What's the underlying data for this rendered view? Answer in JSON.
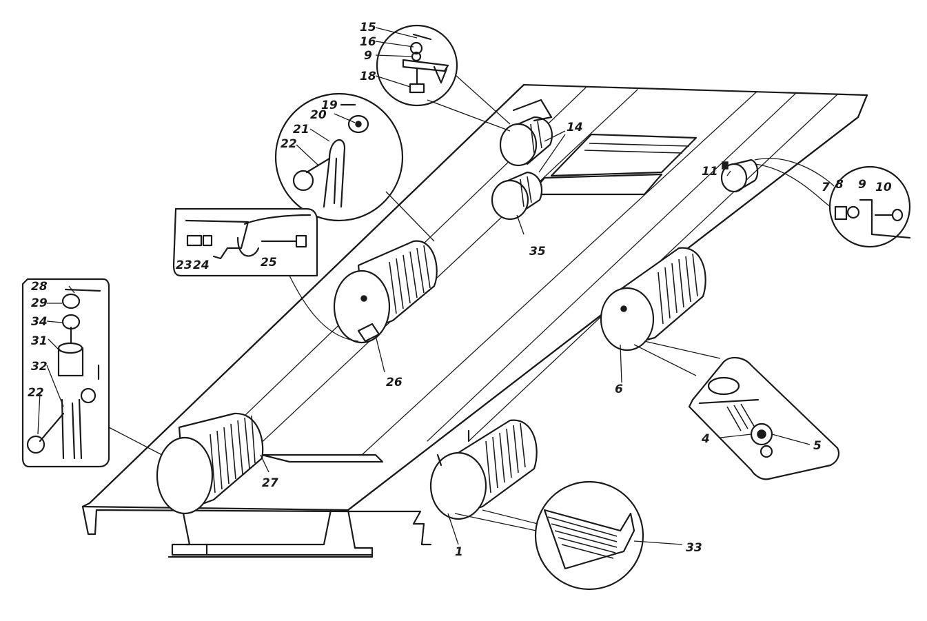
{
  "callouts": [
    {
      "id": "c15",
      "text": "15"
    },
    {
      "id": "c16",
      "text": "16"
    },
    {
      "id": "c9a",
      "text": "9"
    },
    {
      "id": "c18",
      "text": "18"
    },
    {
      "id": "c19",
      "text": "19"
    },
    {
      "id": "c20",
      "text": "20"
    },
    {
      "id": "c21",
      "text": "21"
    },
    {
      "id": "c22a",
      "text": "22"
    },
    {
      "id": "c14",
      "text": "14"
    },
    {
      "id": "c11",
      "text": "11"
    },
    {
      "id": "c7",
      "text": "7"
    },
    {
      "id": "c8",
      "text": "8"
    },
    {
      "id": "c9b",
      "text": "9"
    },
    {
      "id": "c10",
      "text": "10"
    },
    {
      "id": "c23",
      "text": "23"
    },
    {
      "id": "c24",
      "text": "24"
    },
    {
      "id": "c25",
      "text": "25"
    },
    {
      "id": "c35",
      "text": "35"
    },
    {
      "id": "c28",
      "text": "28"
    },
    {
      "id": "c29",
      "text": "29"
    },
    {
      "id": "c34",
      "text": "34"
    },
    {
      "id": "c31",
      "text": "31"
    },
    {
      "id": "c32",
      "text": "32"
    },
    {
      "id": "c22b",
      "text": "22"
    },
    {
      "id": "c26",
      "text": "26"
    },
    {
      "id": "c6",
      "text": "6"
    },
    {
      "id": "c4",
      "text": "4"
    },
    {
      "id": "c5",
      "text": "5"
    },
    {
      "id": "c27",
      "text": "27"
    },
    {
      "id": "c1",
      "text": "1"
    },
    {
      "id": "c33",
      "text": "33"
    }
  ],
  "colors": {
    "ink": "#1a1a1a",
    "paper": "#ffffff"
  }
}
